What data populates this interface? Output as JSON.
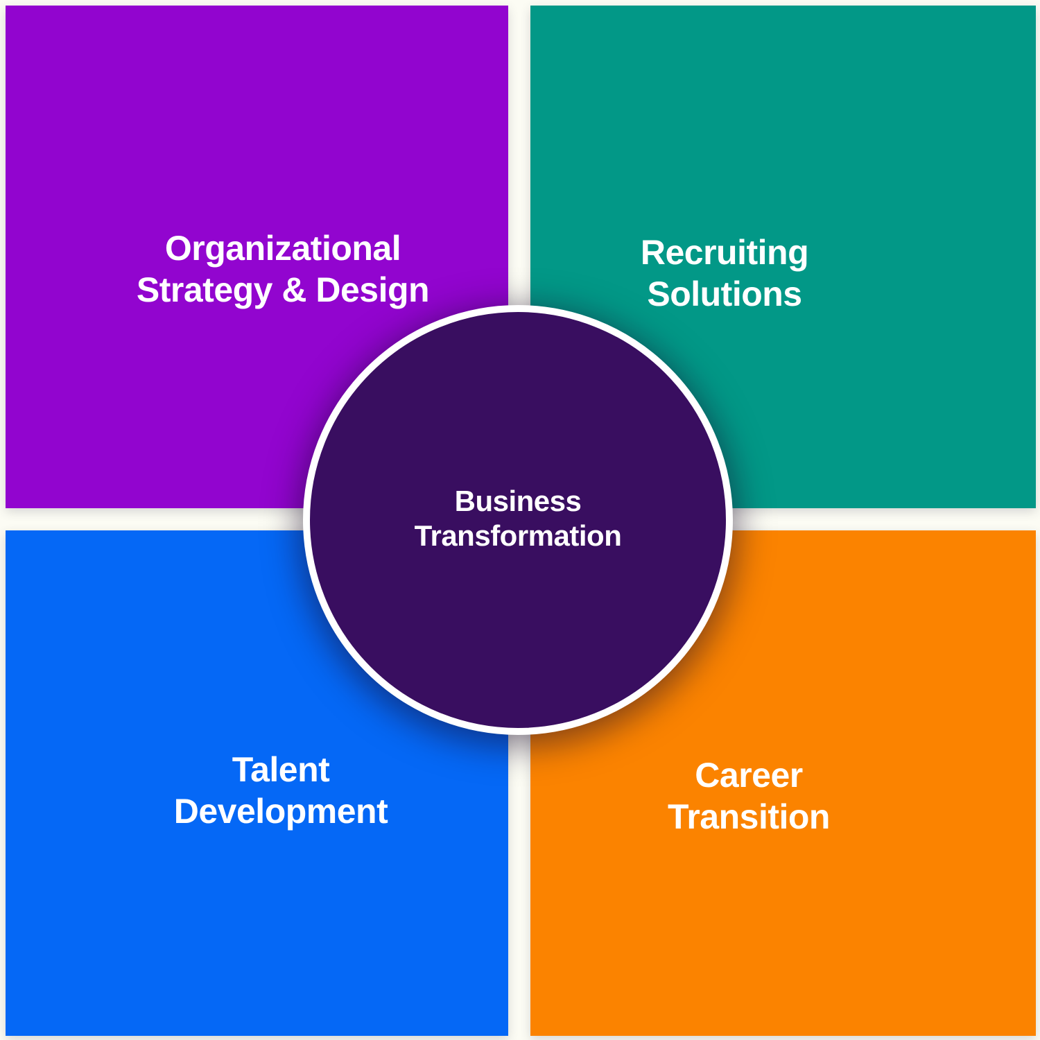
{
  "canvas": {
    "background_color": "#FCFCF4",
    "text_color": "#FFFFFF"
  },
  "diagram": {
    "center": {
      "label_line1": "Business",
      "label_line2": "Transformation",
      "color": "#390E60"
    },
    "quadrants": [
      {
        "id": "organizational-strategy-design",
        "position": "top-left",
        "label_line1": "Organizational",
        "label_line2": "Strategy & Design",
        "color": "#9205CF"
      },
      {
        "id": "recruiting-solutions",
        "position": "top-right",
        "label_line1": "Recruiting",
        "label_line2": "Solutions",
        "color": "#029887"
      },
      {
        "id": "talent-development",
        "position": "bottom-left",
        "label_line1": "Talent",
        "label_line2": "Development",
        "color": "#0568F6"
      },
      {
        "id": "career-transition",
        "position": "bottom-right",
        "label_line1": "Career",
        "label_line2": "Transition",
        "color": "#FB8300"
      }
    ]
  }
}
